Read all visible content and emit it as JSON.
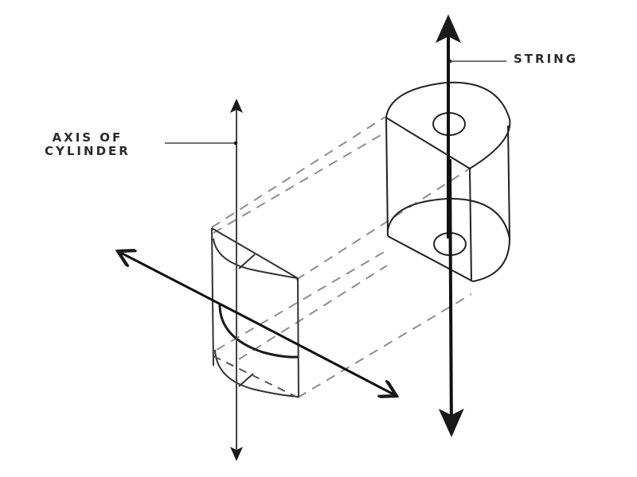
{
  "diagram": {
    "labels": {
      "axis_line1": "AXIS OF",
      "axis_line2": "CYLINDER",
      "string": "STRING"
    },
    "colors": {
      "line": "#1a1a1a",
      "dashed": "#8a8f8c",
      "background": "#ffffff"
    }
  }
}
